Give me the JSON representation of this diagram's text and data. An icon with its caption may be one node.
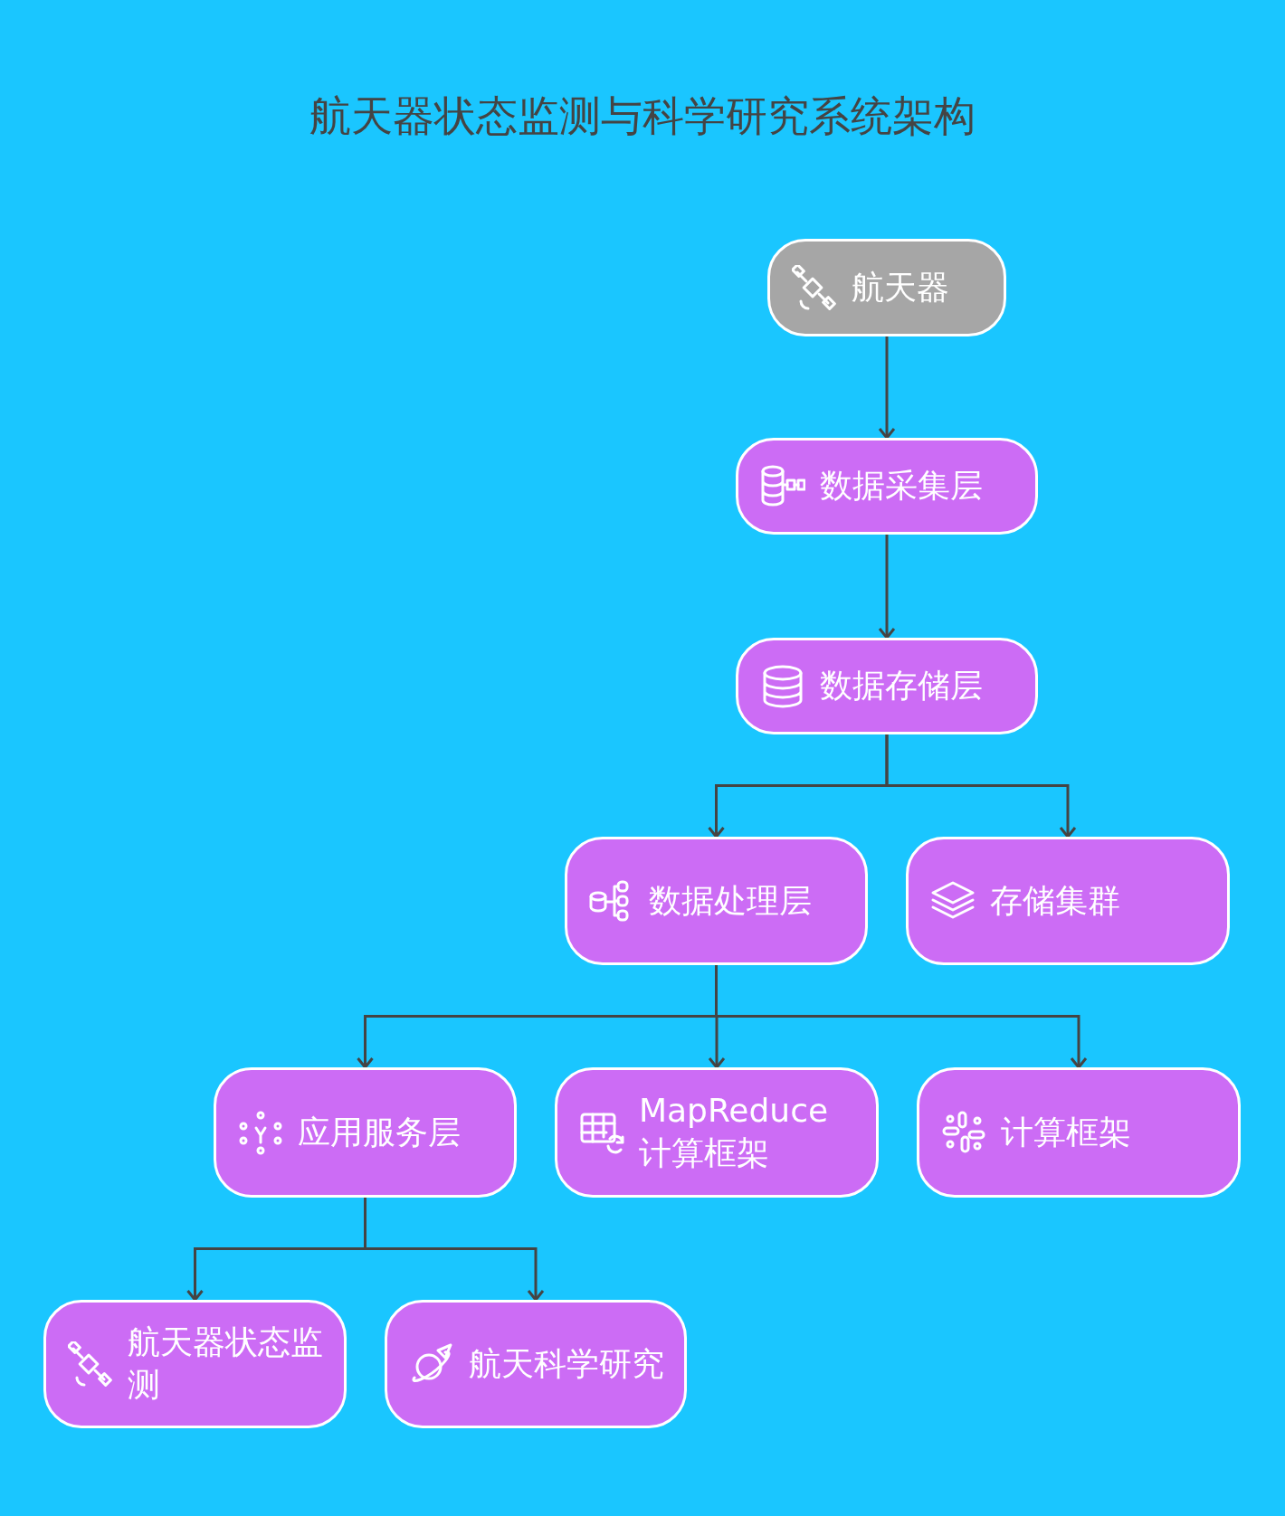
{
  "diagram": {
    "title": "航天器状态监测与科学研究系统架构",
    "nodes": [
      {
        "text": [
          "航天器"
        ]
      },
      {
        "text": [
          "数据采集层"
        ]
      },
      {
        "text": [
          "数据存储层"
        ]
      },
      {
        "text": [
          "数据处理层"
        ]
      },
      {
        "text": [
          "存储集群"
        ]
      },
      {
        "text": [
          "应用服务层"
        ]
      },
      {
        "text": [
          "MapReduce计算框架"
        ]
      },
      {
        "text": [
          "计算框架"
        ]
      },
      {
        "text": [
          "航天器状态监测"
        ]
      },
      {
        "text": [
          "航天科学研究"
        ]
      }
    ],
    "edges": [
      {
        "from": 0,
        "to": 1,
        "arrow": "to"
      },
      {
        "from": 1,
        "to": 2,
        "arrow": "to"
      },
      {
        "from": 2,
        "to": 3,
        "arrow": "to"
      },
      {
        "from": 2,
        "to": 4,
        "arrow": "to"
      },
      {
        "from": 3,
        "to": 5,
        "arrow": "to"
      },
      {
        "from": 3,
        "to": 6,
        "arrow": "to"
      },
      {
        "from": 3,
        "to": 7,
        "arrow": "to"
      },
      {
        "from": 5,
        "to": 8,
        "arrow": "to"
      },
      {
        "from": 5,
        "to": 9,
        "arrow": "to"
      }
    ]
  }
}
